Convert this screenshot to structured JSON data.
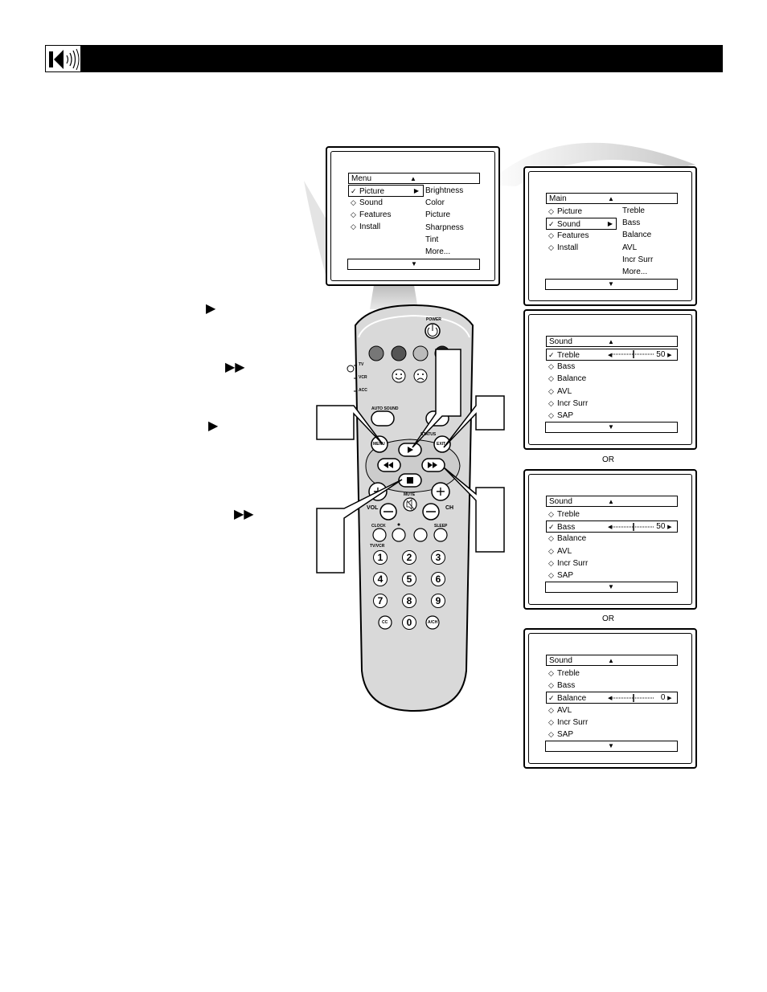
{
  "instruction_arrows": [
    "▶",
    "▶▶",
    "▶",
    "▶▶"
  ],
  "tv_menu": {
    "header": "Menu",
    "items": [
      {
        "label": "Picture",
        "marker": "✓",
        "selected": true
      },
      {
        "label": "Sound",
        "marker": "◇"
      },
      {
        "label": "Features",
        "marker": "◇"
      },
      {
        "label": "Install",
        "marker": "◇"
      }
    ],
    "submenu": [
      "Brightness",
      "Color",
      "Picture",
      "Sharpness",
      "Tint",
      "More..."
    ]
  },
  "main_menu": {
    "header": "Main",
    "items": [
      {
        "label": "Picture",
        "marker": "◇"
      },
      {
        "label": "Sound",
        "marker": "✓",
        "selected": true
      },
      {
        "label": "Features",
        "marker": "◇"
      },
      {
        "label": "Install",
        "marker": "◇"
      }
    ],
    "submenu": [
      "Treble",
      "Bass",
      "Balance",
      "AVL",
      "Incr Surr",
      "More..."
    ]
  },
  "sound_menus": [
    {
      "header": "Sound",
      "selected_index": 0,
      "value": "50",
      "slider_level": 0.5,
      "items": [
        "Treble",
        "Bass",
        "Balance",
        "AVL",
        "Incr Surr",
        "SAP"
      ]
    },
    {
      "header": "Sound",
      "selected_index": 1,
      "value": "50",
      "slider_level": 0.5,
      "items": [
        "Treble",
        "Bass",
        "Balance",
        "AVL",
        "Incr Surr",
        "SAP"
      ]
    },
    {
      "header": "Sound",
      "selected_index": 2,
      "value": "0",
      "slider_level": 0.5,
      "items": [
        "Treble",
        "Bass",
        "Balance",
        "AVL",
        "Incr Surr",
        "SAP"
      ]
    }
  ],
  "or_labels": [
    "OR",
    "OR"
  ],
  "remote": {
    "power_label": "POWER",
    "mode_labels": [
      "TV",
      "VCR",
      "ACC"
    ],
    "auto_sound": "AUTO SOUND",
    "status": "STATUS",
    "menu": "MENU",
    "exit": "EXIT",
    "mute": "MUTE",
    "vol": "VOL",
    "ch": "CH",
    "clock": "CLOCK",
    "sleep": "SLEEP",
    "tv_vcr": "TV/VCR",
    "digits": [
      "1",
      "2",
      "3",
      "4",
      "5",
      "6",
      "7",
      "8",
      "9"
    ],
    "cc": "CC",
    "zero": "0",
    "ach": "A/CH"
  }
}
